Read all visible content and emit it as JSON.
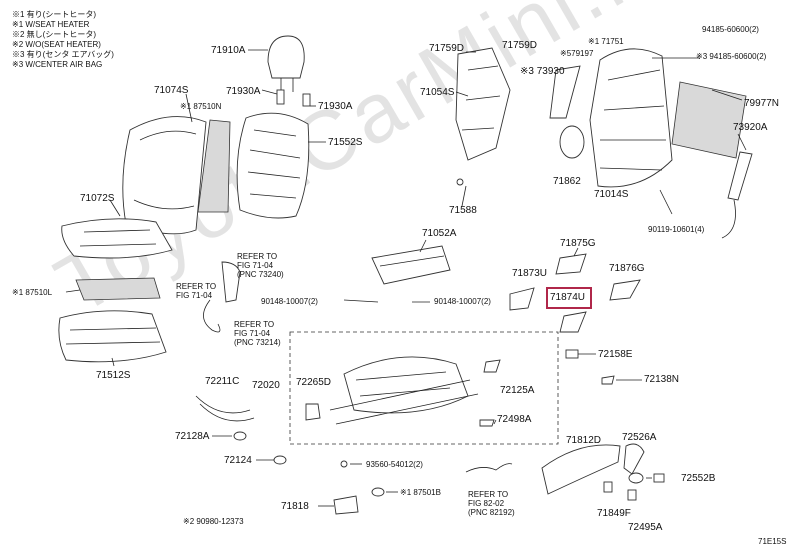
{
  "notes": [
    "※1 有り(シートヒータ)",
    "※1 W/SEAT HEATER",
    "※2 無し(シートヒータ)",
    "※2 W/O(SEAT HEATER)",
    "※3 有り(センタ エアバッグ)",
    "※3 W/CENTER AIR BAG"
  ],
  "watermark": "ToyotaCarMini.ru",
  "labels": {
    "p71910A": "71910A",
    "p71930A_1": "71930A",
    "p71930A_2": "71930A",
    "p71074S": "71074S",
    "p87510N": "※1 87510N",
    "p71552S": "71552S",
    "p71072S": "71072S",
    "p87510L": "※1 87510L",
    "p71512S": "71512S",
    "p71759D_1": "71759D",
    "p71759D_2": "71759D",
    "p71054S": "71054S",
    "p71588": "71588",
    "p71751": "※1 71751",
    "p79197": "※579197",
    "p73930": "※3 73930",
    "p94185_1": "94185-60600(2)",
    "p94185_2": "※3 94185-60600(2)",
    "p79977N": "79977N",
    "p73920A": "73920A",
    "p71862": "71862",
    "p71014S": "71014S",
    "p90119": "90119-10601(4)",
    "p71052A": "71052A",
    "p71875G": "71875G",
    "p71873U": "71873U",
    "p71876G": "71876G",
    "p71874U": "71874U",
    "p90148_1": "90148-10007(2)",
    "p90148_2": "90148-10007(2)",
    "p72158E": "72158E",
    "p72211C": "72211C",
    "p72020": "72020",
    "p72265D": "72265D",
    "p72125A": "72125A",
    "p72138N": "72138N",
    "p72498A": "72498A",
    "p72128A": "72128A",
    "p72124": "72124",
    "p93560": "93560-54012(2)",
    "p87501B": "※1 87501B",
    "p71818": "71818",
    "p90980": "※2 90980-12373",
    "p71812D": "71812D",
    "p72526A": "72526A",
    "p72552B": "72552B",
    "p71849F": "71849F",
    "p72495A": "72495A",
    "fig_code": "71E15S"
  },
  "refs": {
    "r1": [
      "REFER TO",
      "FIG 71-04",
      "(PNC 73240)"
    ],
    "r2": [
      "REFER TO",
      "FIG 71-04"
    ],
    "r3": [
      "REFER TO",
      "FIG 71-04",
      "(PNC 73214)"
    ],
    "r4": [
      "REFER TO",
      "FIG 82-02",
      "(PNC 82192)"
    ]
  },
  "highlighted_part": "71874U"
}
